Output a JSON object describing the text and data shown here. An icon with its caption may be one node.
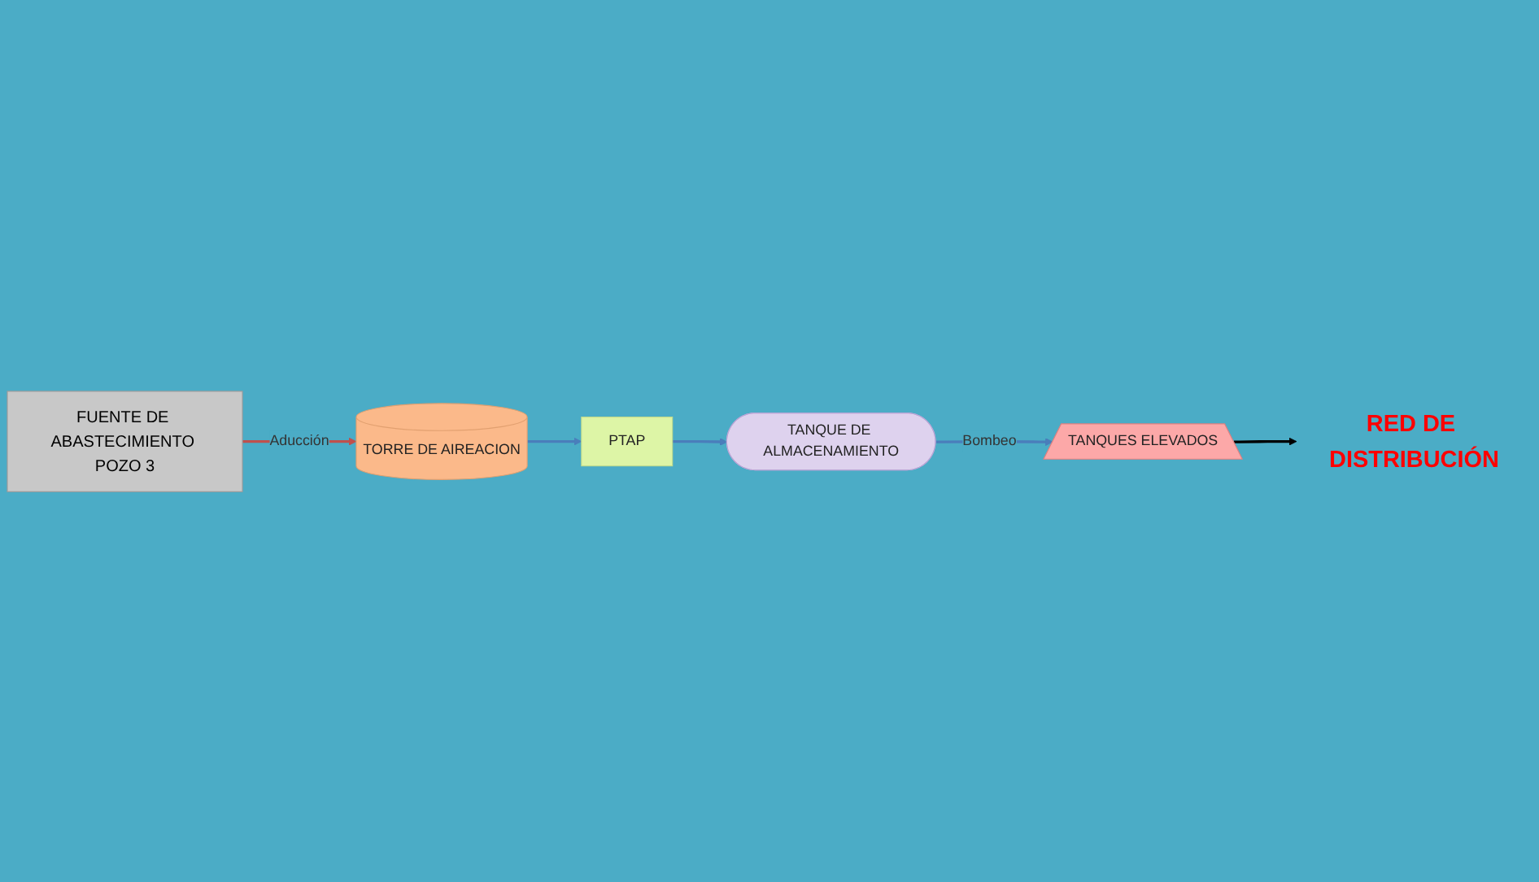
{
  "diagram": {
    "nodes": [
      {
        "text": [
          "FUENTE DE ABASTECIMIENTO POZO 3"
        ]
      },
      {
        "text": [
          "TORRE DE AIREACION"
        ]
      },
      {
        "text": [
          "PTAP"
        ]
      },
      {
        "text": [
          "TANQUE DE ALMACENAMIENTO"
        ]
      },
      {
        "text": [
          "TANQUES ELEVADOS"
        ]
      },
      {
        "text": [
          "RED DE DISTRIBUCIÓN"
        ]
      }
    ],
    "edges": [
      {
        "from": 0,
        "to": 1,
        "arrow": "to",
        "label": "Aducción",
        "color": "#c0504d"
      },
      {
        "from": 1,
        "to": 2,
        "arrow": "to"
      },
      {
        "from": 2,
        "to": 3,
        "arrow": "to"
      },
      {
        "from": 3,
        "to": 4,
        "arrow": "to",
        "label": "Bombeo"
      },
      {
        "from": 4,
        "to": 5,
        "arrow": "to",
        "color": "#000000"
      }
    ]
  }
}
